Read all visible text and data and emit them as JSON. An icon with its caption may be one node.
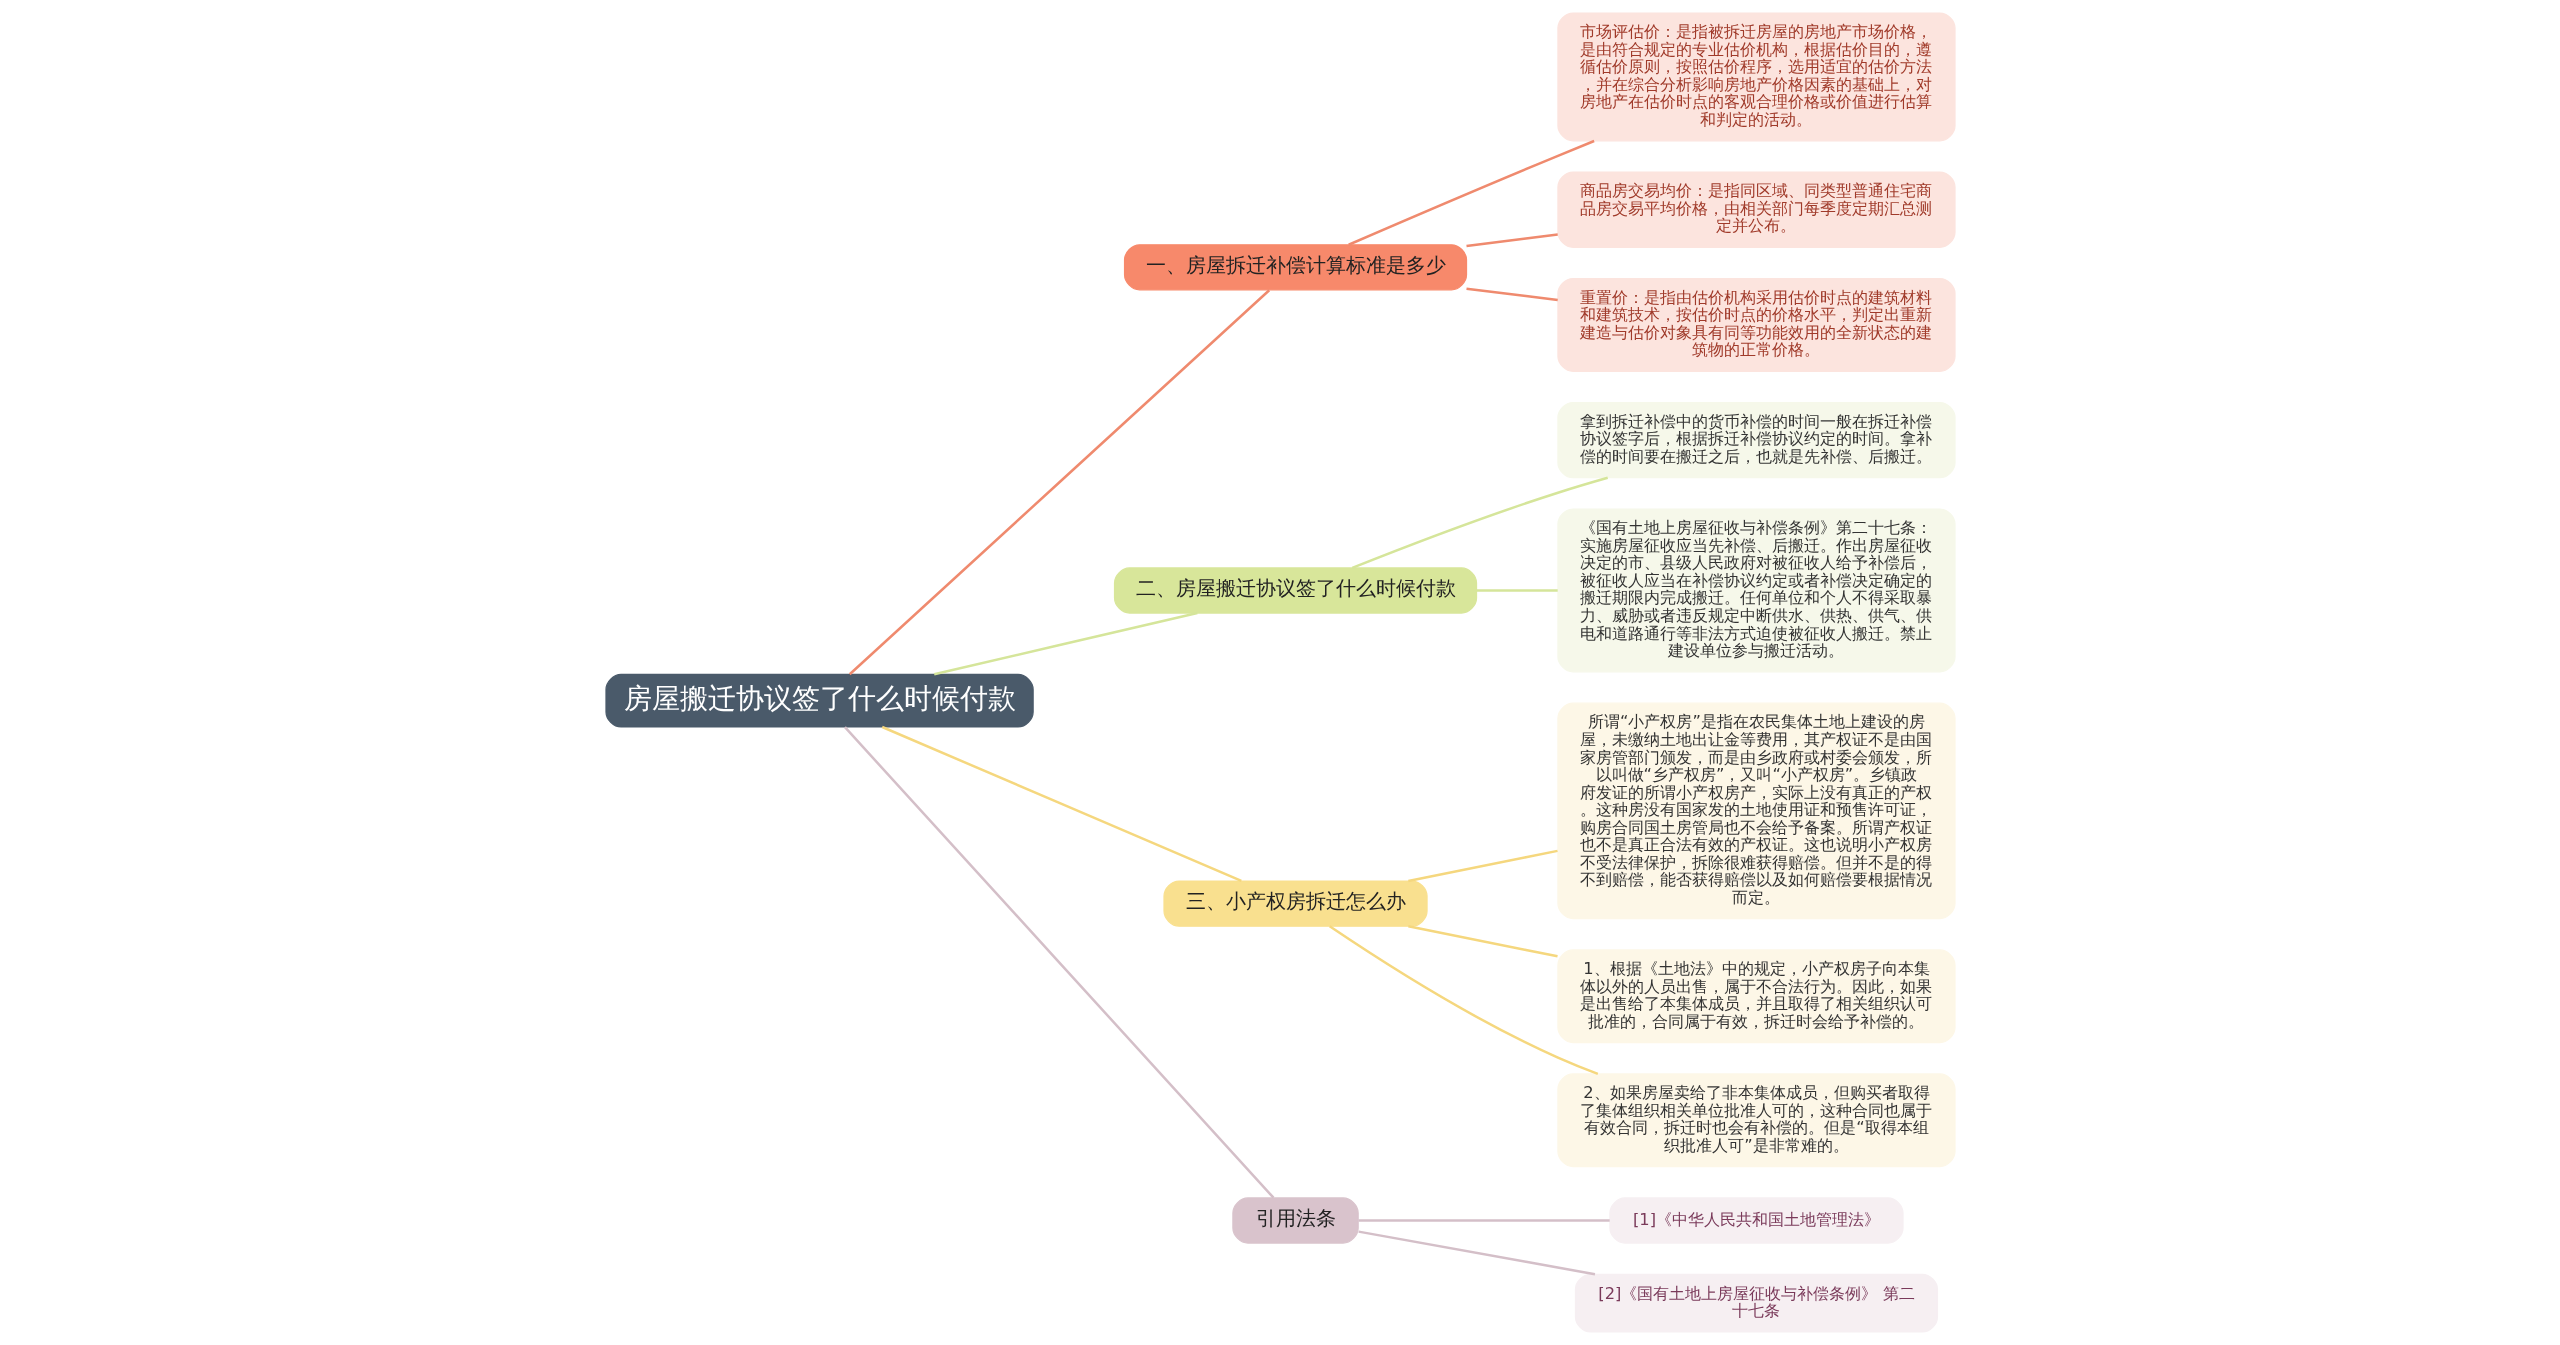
{
  "diagram": {
    "nodes": [
      {
        "text": [
          "房屋搬迁协议签了什么时候付款"
        ]
      },
      {
        "text": [
          "一、房屋拆迁补偿计算标准是多少"
        ]
      },
      {
        "text": [
          "市场评估价：是指被拆迁房屋的房地产市场价格，是由符合规定的专业估价机构，根据估价目的，遵循估价原则，按照估价程序，选用适宜的估价方法，并在综合分析影响房地产价格因素的基础上，对房地产在估价时点的客观合理价格或价值进行估算和判定的活动。"
        ]
      },
      {
        "text": [
          "商品房交易均价：是指同区域、同类型普通住宅商品房交易平均价格，由相关部门每季度定期汇总测定并公布。"
        ]
      },
      {
        "text": [
          "重置价：是指由估价机构采用估价时点的建筑材料和建筑技术，按估价时点的价格水平，判定出重新建造与估价对象具有同等功能效用的全新状态的建筑物的正常价格。"
        ]
      },
      {
        "text": [
          "二、房屋搬迁协议签了什么时候付款"
        ]
      },
      {
        "text": [
          "拿到拆迁补偿中的货币补偿的时间一般在拆迁补偿协议签字后，根据拆迁补偿协议约定的时间。拿补偿的时间要在搬迁之后，也就是先补偿、后搬迁。"
        ]
      },
      {
        "text": [
          "《国有土地上房屋征收与补偿条例》第二十七条：实施房屋征收应当先补偿、后搬迁。作出房屋征收决定的市、县级人民政府对被征收人给予补偿后，被征收人应当在补偿协议约定或者补偿决定确定的搬迁期限内完成搬迁。任何单位和个人不得采取暴力、威胁或者违反规定中断供水、供热、供气、供电和道路通行等非法方式迫使被征收人搬迁。禁止建设单位参与搬迁活动。"
        ]
      },
      {
        "text": [
          "三、小产权房拆迁怎么办"
        ]
      },
      {
        "text": [
          "所谓“小产权房”是指在农民集体土地上建设的房屋，未缴纳土地出让金等费用，其产权证不是由国家房管部门颁发，而是由乡政府或村委会颁发，所以叫做“乡产权房”，又叫“小产权房”。乡镇政府发证的所谓小产权房产，实际上没有真正的产权。这种房没有国家发的土地使用证和预售许可证，购房合同国土房管局也不会给予备案。所谓产权证也不是真正合法有效的产权证。这也说明小产权房不受法律保护，拆除很难获得赔偿。但并不是的得不到赔偿，能否获得赔偿以及如何赔偿要根据情况而定。"
        ]
      },
      {
        "text": [
          "1、根据《土地法》中的规定，小产权房子向本集体以外的人员出售，属于不合法行为。因此，如果是出售给了本集体成员，并且取得了相关组织认可批准的，合同属于有效，拆迁时会给予补偿的。"
        ]
      },
      {
        "text": [
          "2、如果房屋卖给了非本集体成员，但购买者取得了集体组织相关单位批准人可的，这种合同也属于有效合同，拆迁时也会有补偿的。但是“取得本组织批准人可”是非常难的。"
        ]
      },
      {
        "text": [
          "引用法条"
        ]
      },
      {
        "text": [
          "[1]《中华人民共和国土地管理法》"
        ]
      },
      {
        "text": [
          "[2]《国有土地上房屋征收与补偿条例》 第二十七条"
        ]
      }
    ],
    "edges": [
      {
        "from": 0,
        "to": 1,
        "arrow": "none",
        "color": "#ef8a6e"
      },
      {
        "from": 1,
        "to": 2,
        "arrow": "none",
        "color": "#ef8a6e"
      },
      {
        "from": 1,
        "to": 3,
        "arrow": "none",
        "color": "#ef8a6e"
      },
      {
        "from": 1,
        "to": 4,
        "arrow": "none",
        "color": "#ef8a6e"
      },
      {
        "from": 0,
        "to": 5,
        "arrow": "none",
        "color": "#d5e59a"
      },
      {
        "from": 5,
        "to": 6,
        "arrow": "none",
        "color": "#d5e59a"
      },
      {
        "from": 5,
        "to": 7,
        "arrow": "none",
        "color": "#d5e59a"
      },
      {
        "from": 0,
        "to": 8,
        "arrow": "none",
        "color": "#f5d77e"
      },
      {
        "from": 8,
        "to": 9,
        "arrow": "none",
        "color": "#f5d77e"
      },
      {
        "from": 8,
        "to": 10,
        "arrow": "none",
        "color": "#f5d77e"
      },
      {
        "from": 8,
        "to": 11,
        "arrow": "none",
        "color": "#f5d77e"
      },
      {
        "from": 0,
        "to": 12,
        "arrow": "none",
        "color": "#d4bfc8"
      },
      {
        "from": 12,
        "to": 13,
        "arrow": "none",
        "color": "#d4bfc8"
      },
      {
        "from": 12,
        "to": 14,
        "arrow": "none",
        "color": "#d4bfc8"
      }
    ]
  }
}
